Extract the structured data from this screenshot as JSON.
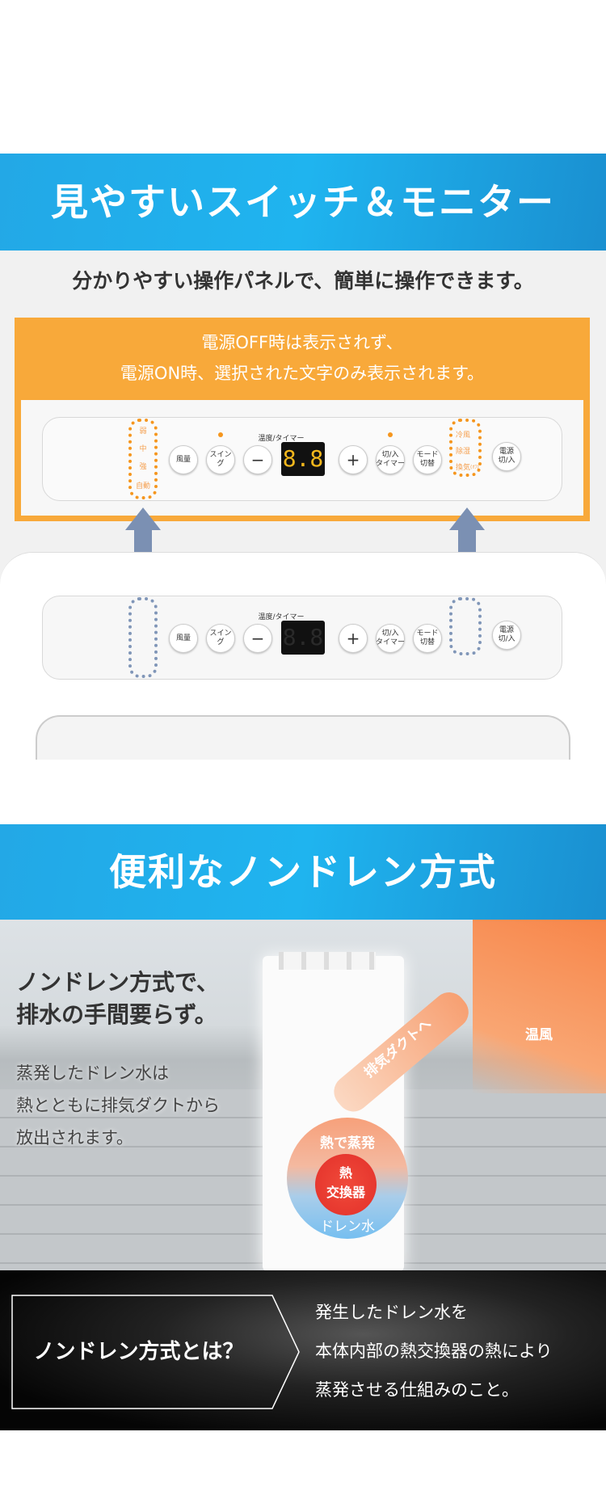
{
  "section1": {
    "title": "見やすいスイッチ＆モニター",
    "subtitle": "分かりやすい操作パネルで、簡単に操作できます。",
    "note_line1": "電源OFF時は表示されず、",
    "note_line2": "電源ON時、選択された文字のみ表示されます。",
    "panel": {
      "fan_levels": [
        "弱",
        "中",
        "強",
        "自動"
      ],
      "modes": [
        "冷風",
        "除湿",
        "換気"
      ],
      "mode_sub": "(ｵﾌ)",
      "buttons": {
        "fan": "風量",
        "swing": "スイング",
        "minus": "−",
        "plus": "+",
        "timer": "切/入\nタイマー",
        "mode": "モード\n切替",
        "power": "電源\n切/入"
      },
      "display_label": "温度/タイマー",
      "display_value": "8.8"
    }
  },
  "section2": {
    "title": "便利なノンドレン方式",
    "headline_line1": "ノンドレン方式で、",
    "headline_line2": "排水の手間要らず。",
    "body_line1": "蒸発したドレン水は",
    "body_line2": "熱とともに排気ダクトから",
    "body_line3": "放出されます。",
    "warm_air": "温風",
    "to_duct": "排気ダクトへ",
    "evaporate": "熱で蒸発",
    "exchanger_line1": "熱",
    "exchanger_line2": "交換器",
    "drain": "ドレン水"
  },
  "section3": {
    "question": "ノンドレン方式とは？",
    "answer_line1": "発生したドレン水を",
    "answer_line2": "本体内部の熱交換器の熱により",
    "answer_line3": "蒸発させる仕組みのこと。"
  },
  "colors": {
    "banner_blue": "#1fb4ef",
    "orange": "#f8a93a",
    "arrow_blue": "#7b90b3",
    "led_yellow": "#f3b71c"
  }
}
